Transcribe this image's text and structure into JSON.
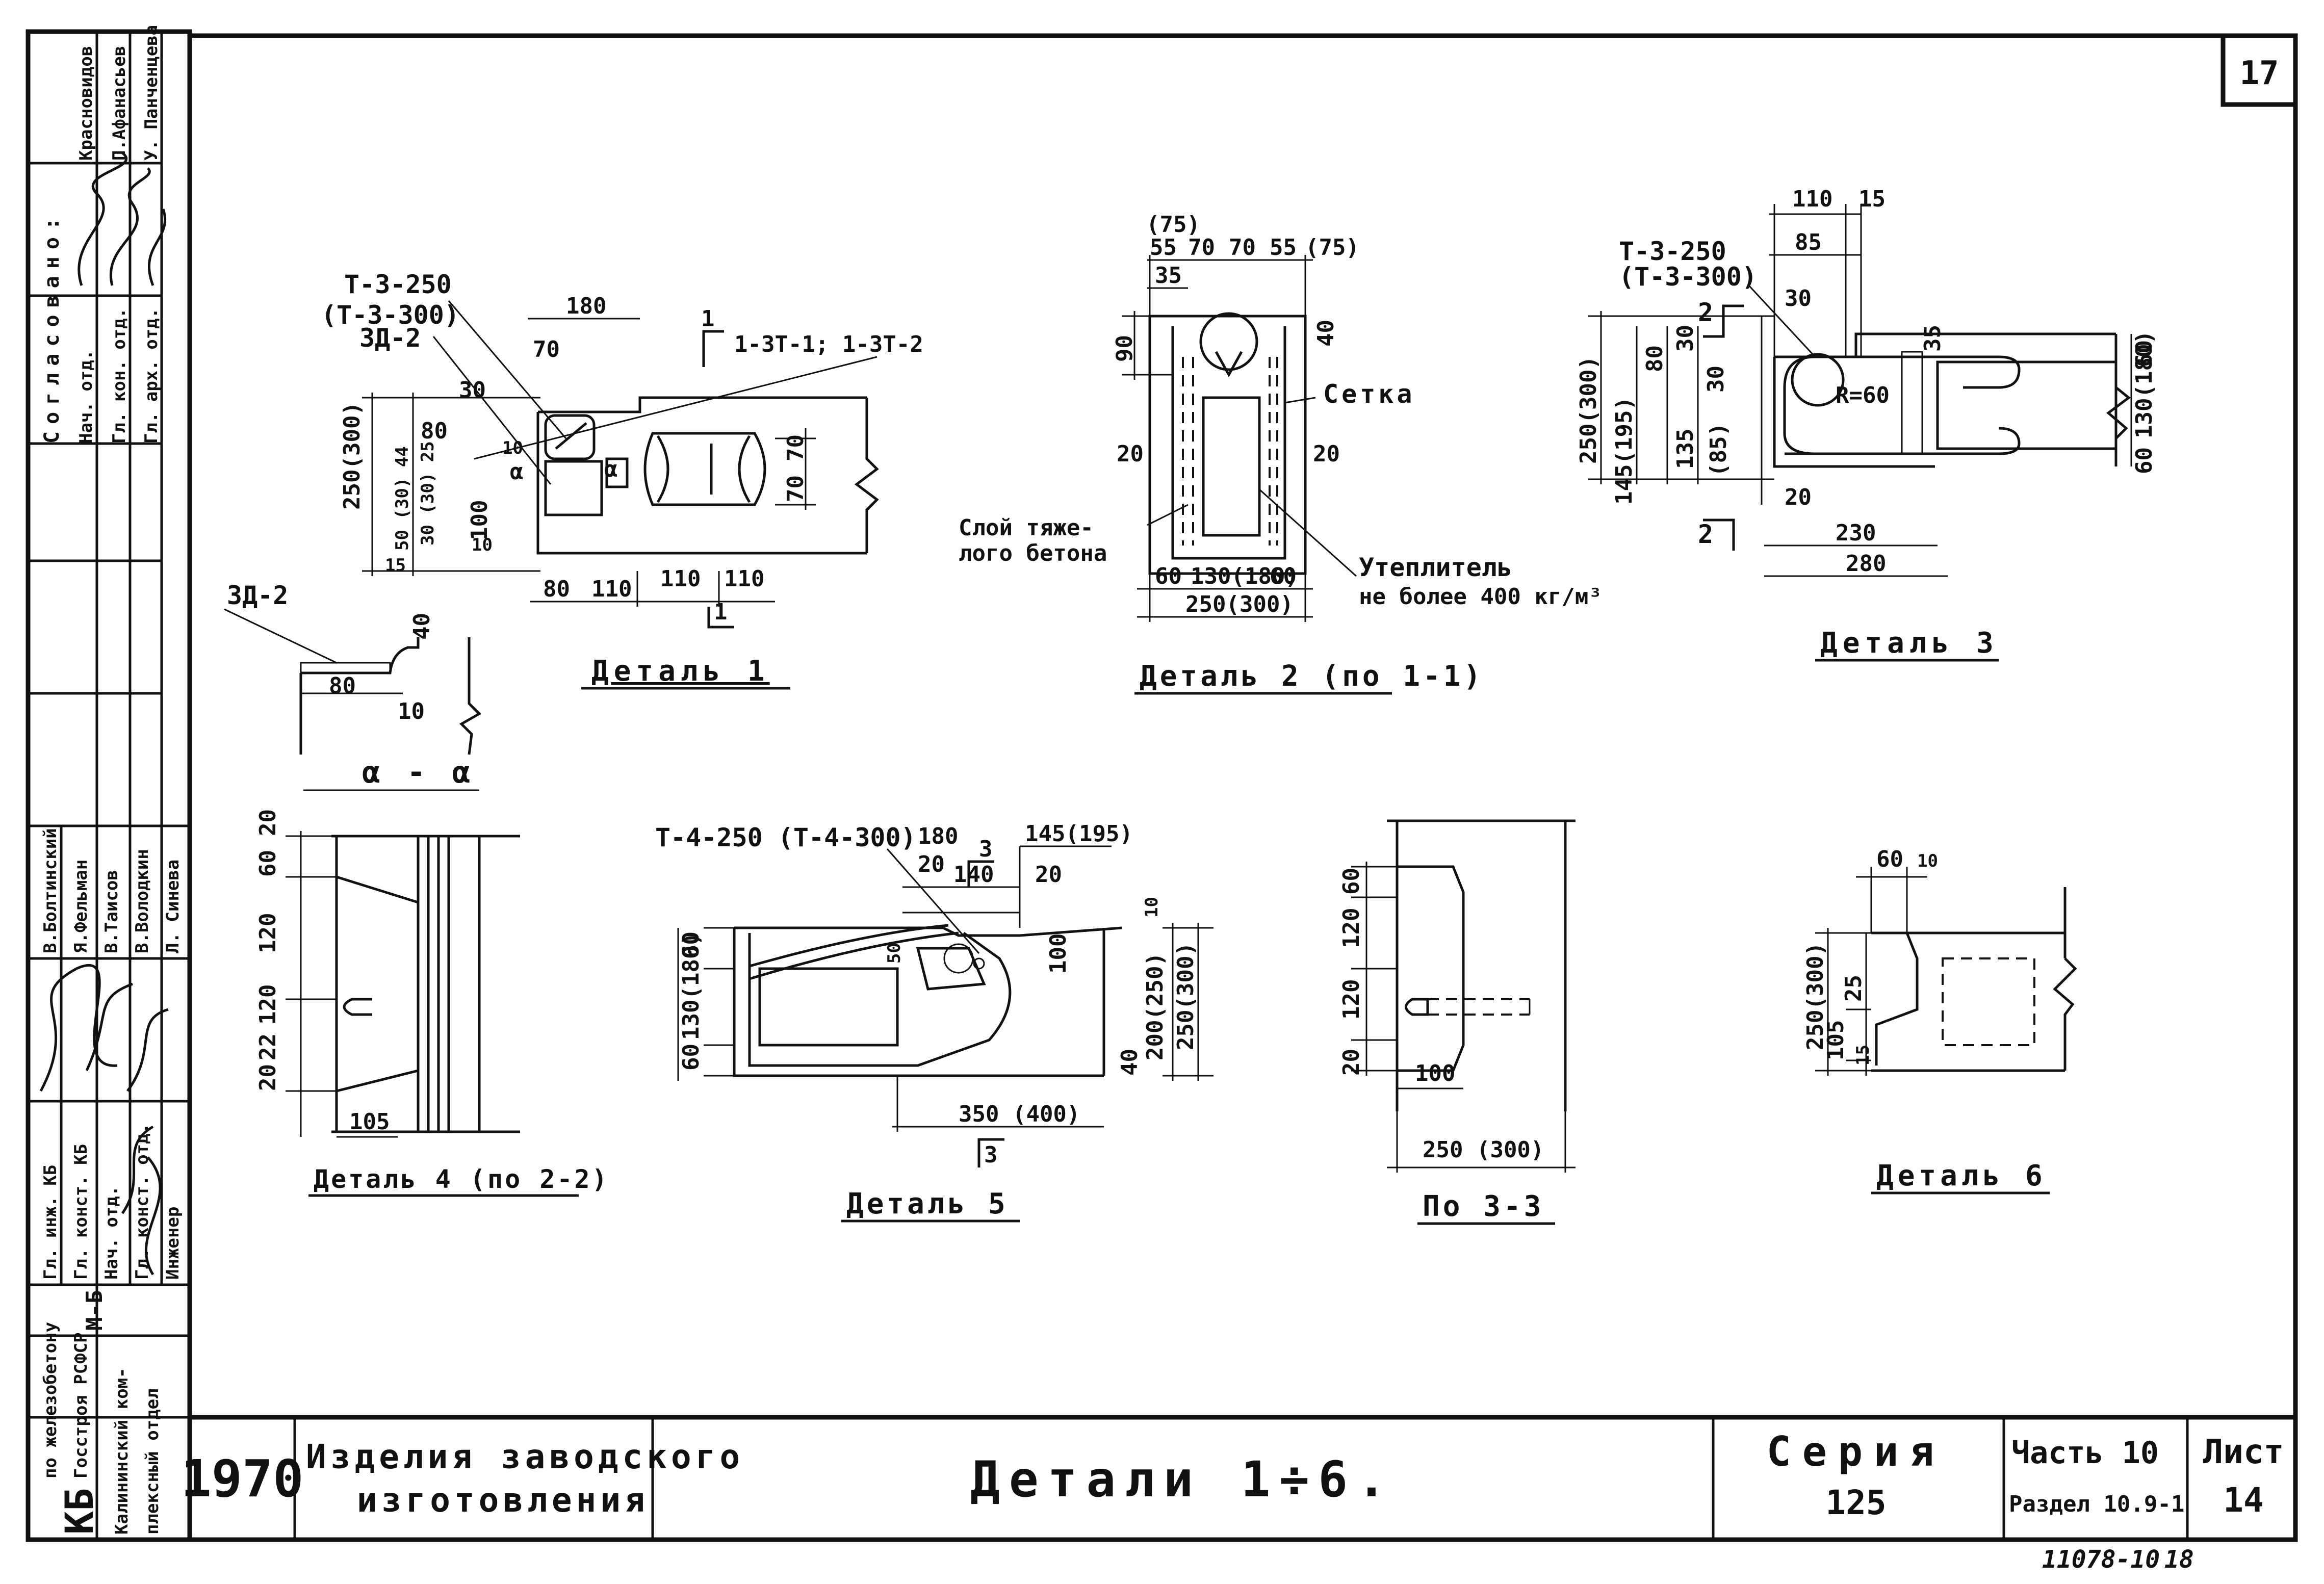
{
  "sheet": {
    "sheet_number": "17",
    "stamp_number": "11078-10",
    "stamp_suffix": "18"
  },
  "title_block": {
    "org_abbr": "КБ",
    "org_line1": "по железобетону",
    "org_line2": "Госстроя РСФСР",
    "code": "М-Б",
    "dept_line1": "Калининский ком-",
    "dept_line2": "плексный отдел",
    "year": "1970",
    "product_line1": "Изделия заводского",
    "product_line2": "изготовления",
    "drawing_title": "Детали 1÷6.",
    "series_label": "Серия",
    "series_value": "125",
    "part_label": "Часть 10",
    "section_label": "Раздел 10.9-1",
    "list_label": "Лист",
    "list_value": "14"
  },
  "approval": {
    "header": "Согласовано:",
    "rows": [
      {
        "role": "Нач. отд.",
        "name": "Красновидов"
      },
      {
        "role": "Гл. кон. отд.",
        "name": "П.Афанасьев"
      },
      {
        "role": "Гл. арх. отд.",
        "name": "У. Панченцева"
      }
    ]
  },
  "signatures": {
    "rows": [
      {
        "role": "Гл. инж. КБ",
        "name": "В.Болтинский"
      },
      {
        "role": "Гл. конст. КБ",
        "name": "Я.Фельман"
      },
      {
        "role": "Нач. отд.",
        "name": "В.Таисов"
      },
      {
        "role": "Гл. конст. отд.",
        "name": "В.Володкин"
      },
      {
        "role": "Инженер",
        "name": "Л. Синева"
      }
    ]
  },
  "details": {
    "d1": {
      "title": "Деталь 1",
      "labels": [
        "Т-3-250",
        "(Т-3-300)",
        "ЗД-2",
        "1-3Т-1; 1-3Т-2",
        "α",
        "α",
        "1",
        "1"
      ],
      "dims": [
        "180",
        "70",
        "30",
        "250(300)",
        "80",
        "50 (30) 44",
        "30 (30) 25",
        "10",
        "100",
        "10",
        "15",
        "80",
        "110",
        "110",
        "110",
        "70",
        "70"
      ]
    },
    "daa": {
      "title": "α - α",
      "labels": [
        "ЗД-2"
      ],
      "dims": [
        "80",
        "40",
        "10"
      ]
    },
    "d2": {
      "title": "Деталь 2 (по 1-1)",
      "labels": [
        "Сетка",
        "Слой тяже-",
        "лого бетона",
        "Утеплитель",
        "не более 400 кг/м³"
      ],
      "dims": [
        "(75)",
        "55",
        "70",
        "70",
        "55",
        "(75)",
        "35",
        "90",
        "40",
        "20",
        "20",
        "60",
        "130(180)",
        "60",
        "250(300)"
      ]
    },
    "d3": {
      "title": "Деталь 3",
      "labels": [
        "Т-3-250",
        "(Т-3-300)",
        "2",
        "2",
        "R=60"
      ],
      "dims": [
        "110",
        "15",
        "85",
        "30",
        "35",
        "250(300)",
        "145(195)",
        "80",
        "30",
        "30",
        "135",
        "(85)",
        "20",
        "230",
        "280",
        "60",
        "130(180)",
        "60"
      ]
    },
    "d4": {
      "title": "Деталь 4 (по 2-2)",
      "dims": [
        "60",
        "20",
        "120",
        "120",
        "22",
        "20",
        "105"
      ]
    },
    "d5": {
      "title": "Деталь 5",
      "labels": [
        "Т-4-250 (Т-4-300)",
        "3",
        "3"
      ],
      "dims": [
        "180",
        "145(195)",
        "20",
        "140",
        "20",
        "60",
        "130(180)",
        "60",
        "50",
        "100",
        "10",
        "40",
        "200(250)",
        "250(300)",
        "350 (400)"
      ]
    },
    "d33": {
      "title": "По 3-3",
      "dims": [
        "60",
        "120",
        "120",
        "20",
        "100",
        "250 (300)"
      ]
    },
    "d6": {
      "title": "Деталь 6",
      "dims": [
        "60",
        "10",
        "250(300)",
        "25",
        "105",
        "15"
      ]
    }
  }
}
